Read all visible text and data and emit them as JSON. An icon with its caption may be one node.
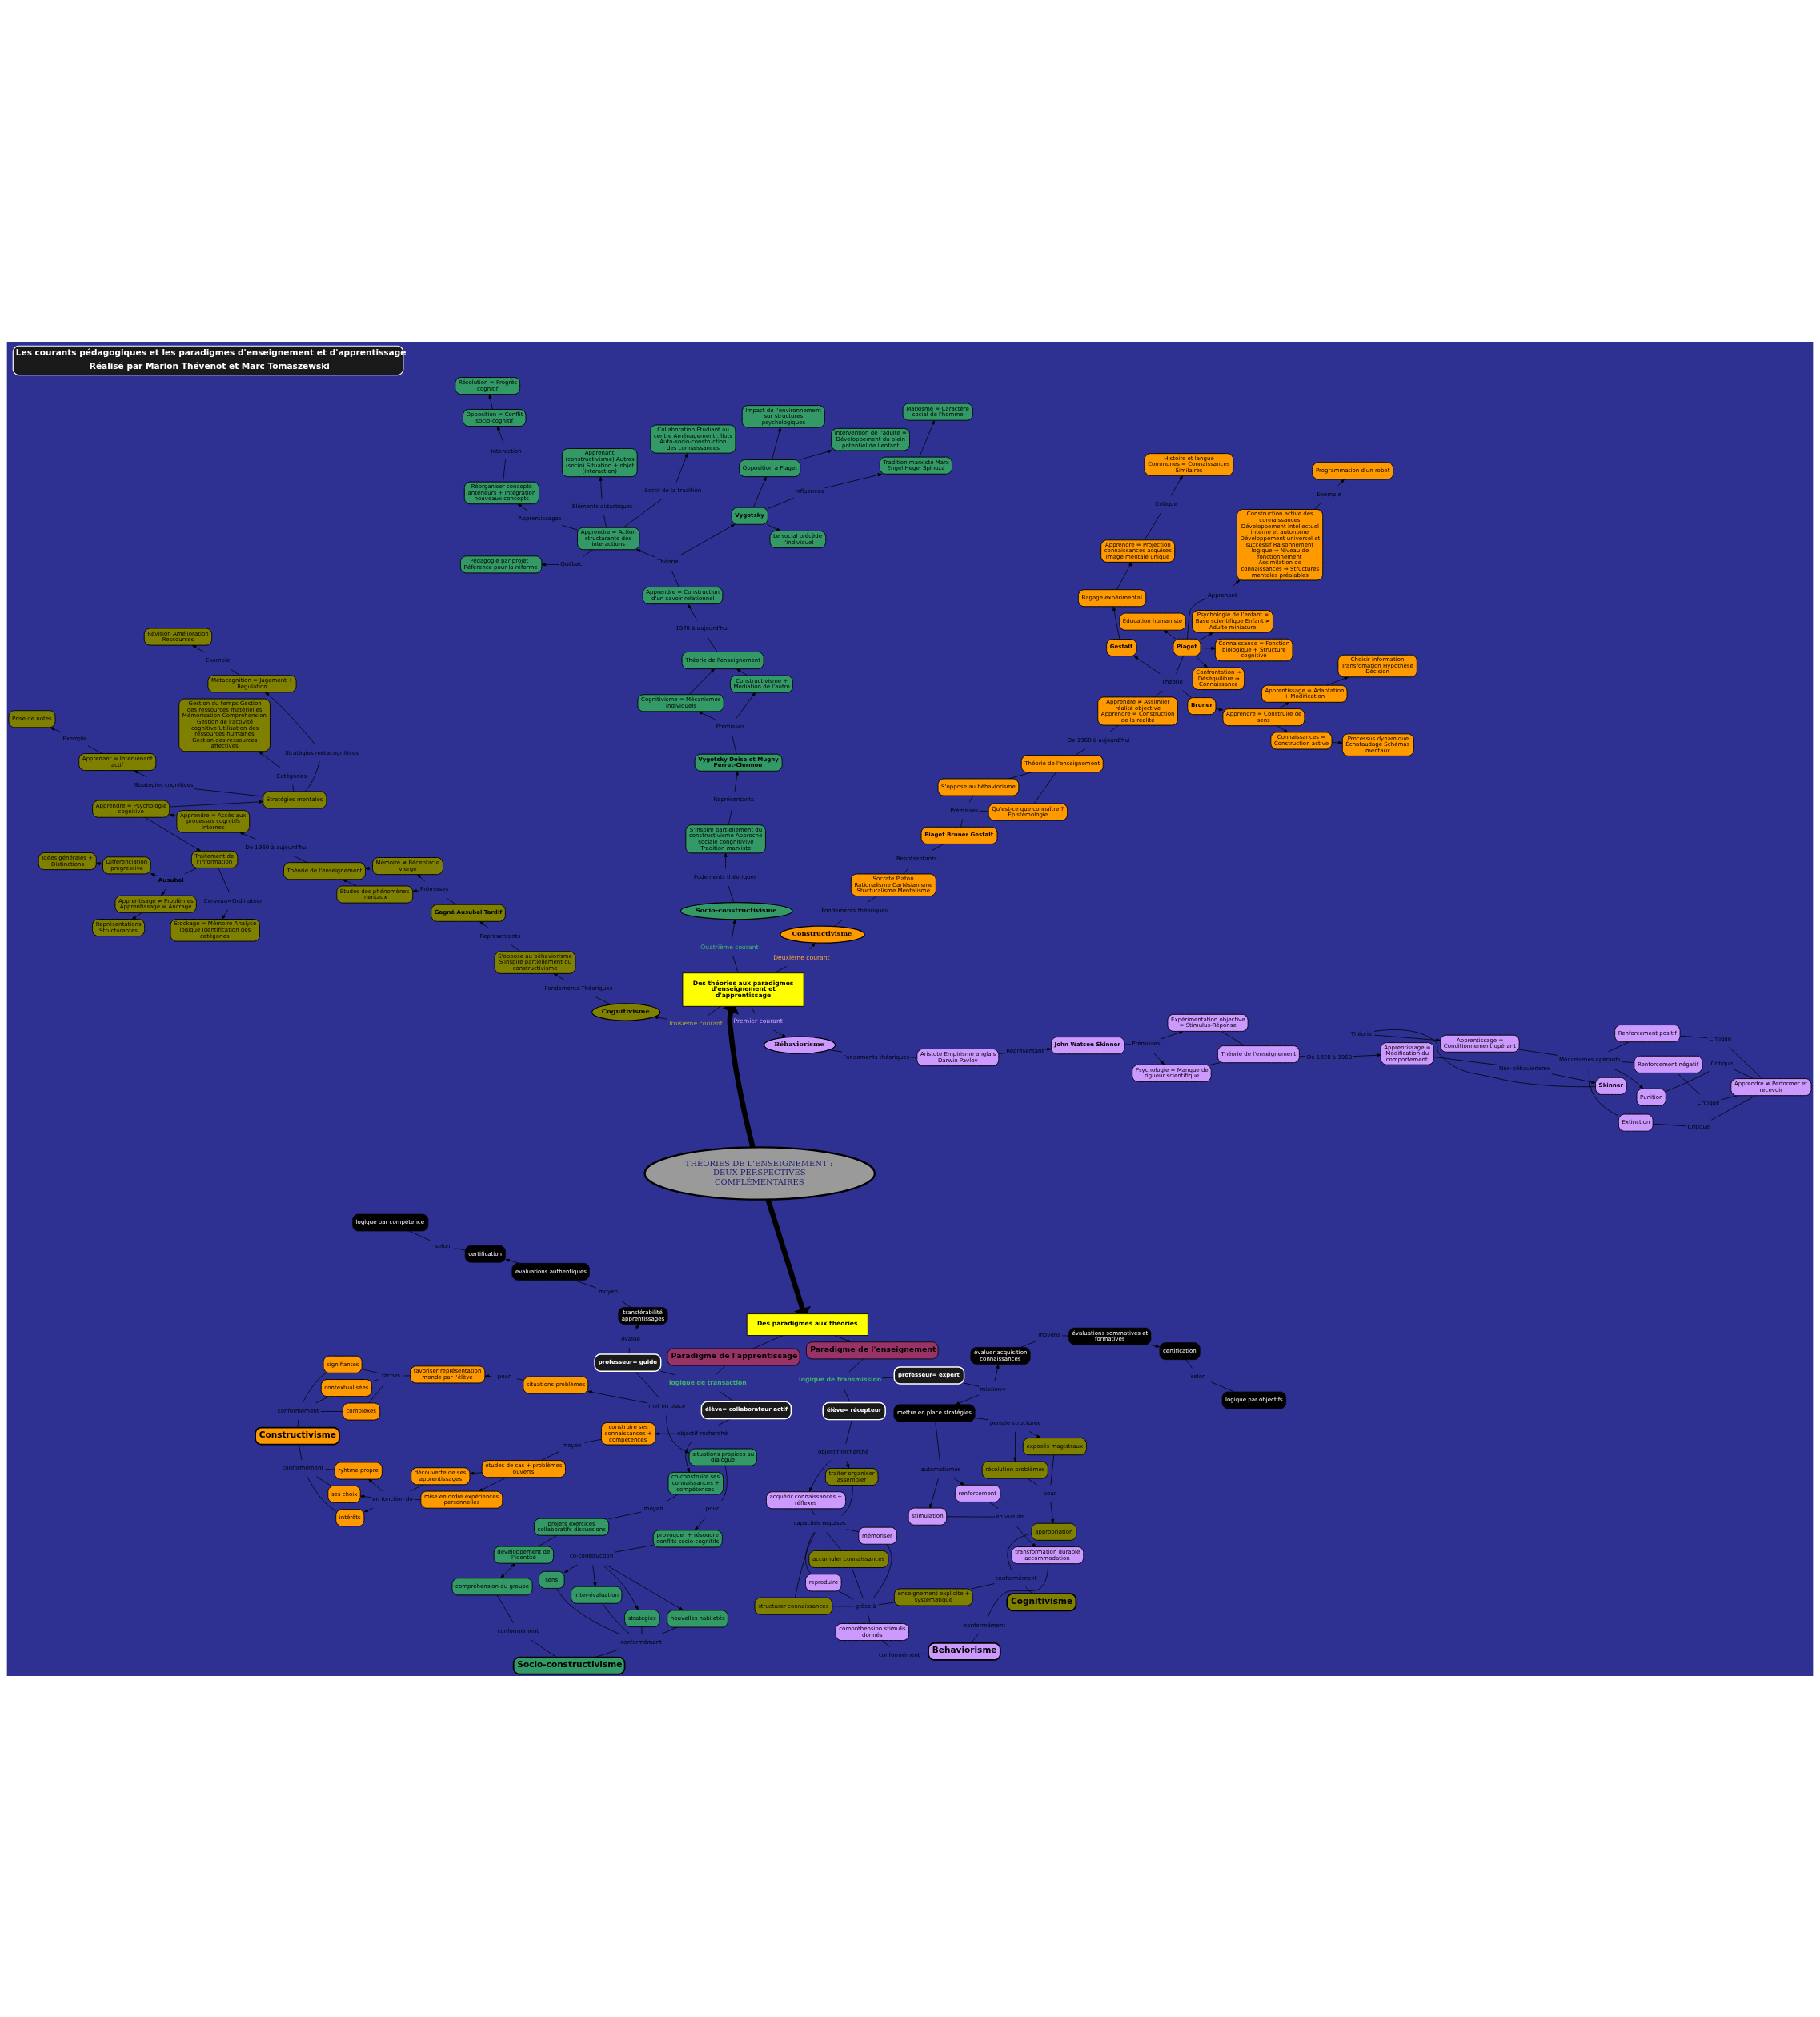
{
  "diagram": {
    "title": "Les courants pédagogiques et les paradigmes d'enseignement et d'apprentissage",
    "caption": "Réalisé par Marion Thévenot et Marc Tomaszewski",
    "nodes": [
      {
        "text": [
          "THÉORIES DE L'ENSEIGNEMENT : DEUX PERSPECTIVES COMPLÉMENTAIRES"
        ]
      },
      {
        "text": [
          "Des théories aux paradigmes d'enseignement et d'apprentissage"
        ]
      },
      {
        "text": [
          "Des paradigmes aux théories"
        ]
      },
      {
        "text": [
          "Premier courant"
        ]
      },
      {
        "text": [
          "Deuxième courant"
        ]
      },
      {
        "text": [
          "Troisième courant"
        ]
      },
      {
        "text": [
          "Quatrième courant"
        ]
      },
      {
        "text": [
          "Béhaviorisme"
        ]
      },
      {
        "text": [
          "Constructivisme"
        ]
      },
      {
        "text": [
          "Cognitivisme"
        ]
      },
      {
        "text": [
          "Socio-constructivisme"
        ]
      },
      {
        "text": [
          "Fondements théoriques"
        ]
      },
      {
        "text": [
          "Aristote Empirisme anglais Darwin Pavlov"
        ]
      },
      {
        "text": [
          "Représentant"
        ]
      },
      {
        "text": [
          "John Watson Skinner"
        ]
      },
      {
        "text": [
          "Prémisses"
        ]
      },
      {
        "text": [
          "Psychologie = Manque de rigueur scientifique"
        ]
      },
      {
        "text": [
          "Expérimentation objective = Stimulus-Réponse"
        ]
      },
      {
        "text": [
          "Théorie de l'enseignement"
        ]
      },
      {
        "text": [
          "De 1920 à 1960"
        ]
      },
      {
        "text": [
          "Apprentissage = Modification du comportement"
        ]
      },
      {
        "text": [
          "Néo-béhaviorisme"
        ]
      },
      {
        "text": [
          "Skinner"
        ]
      },
      {
        "text": [
          "Théorie"
        ]
      },
      {
        "text": [
          "Apprentissage = Conditionnement opérant"
        ]
      },
      {
        "text": [
          "Mécanismes opérants"
        ]
      },
      {
        "text": [
          "Renforcement positif"
        ]
      },
      {
        "text": [
          "Renforcement négatif"
        ]
      },
      {
        "text": [
          "Extinction"
        ]
      },
      {
        "text": [
          "Punition"
        ]
      },
      {
        "text": [
          "Critique"
        ]
      },
      {
        "text": [
          "Critique"
        ]
      },
      {
        "text": [
          "Critique"
        ]
      },
      {
        "text": [
          "Critique"
        ]
      },
      {
        "text": [
          "Apprendre ≠ Performer et recevoir"
        ]
      },
      {
        "text": [
          "Fondements théoriques"
        ]
      },
      {
        "text": [
          "Socrate Platon Rationalisme Cartésianisme Stucturalisme Mentalisme"
        ]
      },
      {
        "text": [
          "Représentants"
        ]
      },
      {
        "text": [
          "Piaget Bruner Gestalt"
        ]
      },
      {
        "text": [
          "Prémisses"
        ]
      },
      {
        "text": [
          "S'oppose au béhaviorisme"
        ]
      },
      {
        "text": [
          "Qu'est-ce que connaître ? Épistémologie"
        ]
      },
      {
        "text": [
          "Théorie de l'enseignement"
        ]
      },
      {
        "text": [
          "De 1960 à aujourd'hui"
        ]
      },
      {
        "text": [
          "Apprendre ≠ Assimiler réalité objective Apprendre = Construction de la réalité"
        ]
      },
      {
        "text": [
          "Théorie"
        ]
      },
      {
        "text": [
          "Piaget"
        ]
      },
      {
        "text": [
          "Bruner"
        ]
      },
      {
        "text": [
          "Gestalt"
        ]
      },
      {
        "text": [
          "Apprendre = Construire de sens"
        ]
      },
      {
        "text": [
          "Connaissances = Construction active"
        ]
      },
      {
        "text": [
          "Processus dynamique Échafaudage Schémas mentaux"
        ]
      },
      {
        "text": [
          "Apprentissage = Adaptation + Modification"
        ]
      },
      {
        "text": [
          "Choisir information Transfomation Hypothèse Décision"
        ]
      },
      {
        "text": [
          "Bagage expérimental"
        ]
      },
      {
        "text": [
          "Apprendre = Projection connaissances acquises Image mentale unique"
        ]
      },
      {
        "text": [
          "Critique"
        ]
      },
      {
        "text": [
          "Histoire et langue Communes = Connaissances Similaires"
        ]
      },
      {
        "text": [
          "Confrontation ⇒ Déséquilibre ⇒ Connaissance"
        ]
      },
      {
        "text": [
          "Éducation humaniste"
        ]
      },
      {
        "text": [
          "Psychologie de l'enfant = Base scientifique Enfant ≠ Adulte miniature"
        ]
      },
      {
        "text": [
          "Apprenant"
        ]
      },
      {
        "text": [
          "Construction active des connaissances Développement intellectuel interne et autonome Développement universel et successif Raisonnement logique ⇒ Niveau de fonctionnement Assimilation de connaissances ⇒ Structures mentales préalables"
        ]
      },
      {
        "text": [
          "Connaissance = Fonction biologique + Structure cognitive"
        ]
      },
      {
        "text": [
          "Exemple"
        ]
      },
      {
        "text": [
          "Programmation d'un robot"
        ]
      },
      {
        "text": [
          "Fondements Théoriques"
        ]
      },
      {
        "text": [
          "S'oppose au béhaviorisme S'inspire partiellement du constructivisme"
        ]
      },
      {
        "text": [
          "Représentants"
        ]
      },
      {
        "text": [
          "Gagné Ausubel Tardif"
        ]
      },
      {
        "text": [
          "Prémisses"
        ]
      },
      {
        "text": [
          "Mémoire ≠ Réceptacle vierge"
        ]
      },
      {
        "text": [
          "Études des phénomènes mentaux"
        ]
      },
      {
        "text": [
          "Théorie de l'enseignement"
        ]
      },
      {
        "text": [
          "De 1960 à aujourd'hui"
        ]
      },
      {
        "text": [
          "Apprendre = Accès aux processus cognitifs internes"
        ]
      },
      {
        "text": [
          "Apprendre = Psychologie cognitive"
        ]
      },
      {
        "text": [
          "Traitement de l'information"
        ]
      },
      {
        "text": [
          "Cerveau=Ordinateur"
        ]
      },
      {
        "text": [
          "Stockage = Mémoire Analyse logique Identification des catégories"
        ]
      },
      {
        "text": [
          "Ausubel"
        ]
      },
      {
        "text": [
          "Apprentisage ≠ Problèmes Apprentissage = Ancrage"
        ]
      },
      {
        "text": [
          "Représentations Structurantes"
        ]
      },
      {
        "text": [
          "Différenciation progressive"
        ]
      },
      {
        "text": [
          "Idées générales + Distinctions"
        ]
      },
      {
        "text": [
          "Stratégies mentales"
        ]
      },
      {
        "text": [
          "Catégories"
        ]
      },
      {
        "text": [
          "Gestion du temps Gestion des ressources matérielles Mémorisation Compréhension Gestion de l'activité cognitive Utilisation des ressources humaines Gestion des ressources affectives"
        ]
      },
      {
        "text": [
          "Stratégies cognitives"
        ]
      },
      {
        "text": [
          "Apprenant = Intervenant actif"
        ]
      },
      {
        "text": [
          "Stratégies métacognitives"
        ]
      },
      {
        "text": [
          "Métacognition = Jugement + Régulation"
        ]
      },
      {
        "text": [
          "Exemple"
        ]
      },
      {
        "text": [
          "Exemple"
        ]
      },
      {
        "text": [
          "Révision Amélioration Ressources"
        ]
      },
      {
        "text": [
          "Prise de notes"
        ]
      },
      {
        "text": [
          "Fodements théoriques"
        ]
      },
      {
        "text": [
          "S'inspire partiellement du constructivisme Approche sociale congnitivive Tradition marxiste"
        ]
      },
      {
        "text": [
          "Représentants"
        ]
      },
      {
        "text": [
          "Vygotsky Doise et Mugny Perret-Clermon"
        ]
      },
      {
        "text": [
          "Prémisses"
        ]
      },
      {
        "text": [
          "Constructivisme + Médiation de l'autre"
        ]
      },
      {
        "text": [
          "Cognitivisme = Mécanismes individuels"
        ]
      },
      {
        "text": [
          "Théorie de l'enseignement"
        ]
      },
      {
        "text": [
          "1970 à aujourd'hui"
        ]
      },
      {
        "text": [
          "Apprendre = Construction d'un savoir relationnel"
        ]
      },
      {
        "text": [
          "Théorie"
        ]
      },
      {
        "text": [
          "Vygotsky"
        ]
      },
      {
        "text": [
          "Influences"
        ]
      },
      {
        "text": [
          "Tradition marxiste Marx Engel Hegel Spinoza"
        ]
      },
      {
        "text": [
          "Marxisme = Caractère social de l'homme"
        ]
      },
      {
        "text": [
          "Le social précède l'individuel"
        ]
      },
      {
        "text": [
          "Opposition à Piaget"
        ]
      },
      {
        "text": [
          "Impact de l'environnement sur structures psychologiques"
        ]
      },
      {
        "text": [
          "Intervention de l'adulte = Développement du plein potentiel de l'enfant"
        ]
      },
      {
        "text": [
          "Apprendre = Action structurante des interactions"
        ]
      },
      {
        "text": [
          "Éléments didactiques"
        ]
      },
      {
        "text": [
          "Apprenant (constructivisme) Autres (socio) Situation + objet (interaction)"
        ]
      },
      {
        "text": [
          "Sortir de la tradition"
        ]
      },
      {
        "text": [
          "Collaboration Étudiant au centre Aménagement : îlots Auto-socio-construction des connaissances"
        ]
      },
      {
        "text": [
          "Québec"
        ]
      },
      {
        "text": [
          "Pédagogie par projet : Référence pour la réforme"
        ]
      },
      {
        "text": [
          "Apprentissages"
        ]
      },
      {
        "text": [
          "Réorganiser concepts antérieurs + Intégration nouveaux concepts"
        ]
      },
      {
        "text": [
          "Interaction"
        ]
      },
      {
        "text": [
          "Opposition = Conflit socio-cognitif"
        ]
      },
      {
        "text": [
          "Résolution = Progrès cognitif"
        ]
      },
      {
        "text": [
          "Paradigme de l'enseignement"
        ]
      },
      {
        "text": [
          "logique de transmission"
        ]
      },
      {
        "text": [
          "professeur= expert"
        ]
      },
      {
        "text": [
          "élève= récepteur"
        ]
      },
      {
        "text": [
          "mission="
        ]
      },
      {
        "text": [
          "évaluer acquisition connaissances"
        ]
      },
      {
        "text": [
          "mettre en place stratégies"
        ]
      },
      {
        "text": [
          "moyens"
        ]
      },
      {
        "text": [
          "évaluations sommatives et formatives"
        ]
      },
      {
        "text": [
          "certification"
        ]
      },
      {
        "text": [
          "selon"
        ]
      },
      {
        "text": [
          "logique par objectifs"
        ]
      },
      {
        "text": [
          "automatismes"
        ]
      },
      {
        "text": [
          "stimulation"
        ]
      },
      {
        "text": [
          "renforcement"
        ]
      },
      {
        "text": [
          "en vue de"
        ]
      },
      {
        "text": [
          "transformation durable accommodation"
        ]
      },
      {
        "text": [
          "conformément"
        ]
      },
      {
        "text": [
          "Behaviorisme"
        ]
      },
      {
        "text": [
          "pensée structurée"
        ]
      },
      {
        "text": [
          "résolution problèmes"
        ]
      },
      {
        "text": [
          "exposés magistraux"
        ]
      },
      {
        "text": [
          "pour"
        ]
      },
      {
        "text": [
          "appropriation"
        ]
      },
      {
        "text": [
          "conformément"
        ]
      },
      {
        "text": [
          "Cognitivisme"
        ]
      },
      {
        "text": [
          "enseignement explicite + systématique"
        ]
      },
      {
        "text": [
          "objectif recherché"
        ]
      },
      {
        "text": [
          "traiter organiser assembler"
        ]
      },
      {
        "text": [
          "acquérir connaissances + réflexes"
        ]
      },
      {
        "text": [
          "capacités requises"
        ]
      },
      {
        "text": [
          "accumuler connaissances"
        ]
      },
      {
        "text": [
          "structurer connaissances"
        ]
      },
      {
        "text": [
          "mémoriser"
        ]
      },
      {
        "text": [
          "reproduire"
        ]
      },
      {
        "text": [
          "grâce à"
        ]
      },
      {
        "text": [
          "compréhension stimulis donnés"
        ]
      },
      {
        "text": [
          "conformément"
        ]
      },
      {
        "text": [
          "Paradigme de l'apprentissage"
        ]
      },
      {
        "text": [
          "logique de transaction"
        ]
      },
      {
        "text": [
          "professeur= guide"
        ]
      },
      {
        "text": [
          "élève= collaborateur actif"
        ]
      },
      {
        "text": [
          "évalue"
        ]
      },
      {
        "text": [
          "transférabilité apprentissages"
        ]
      },
      {
        "text": [
          "moyen"
        ]
      },
      {
        "text": [
          "evaluations authentiques"
        ]
      },
      {
        "text": [
          "certification"
        ]
      },
      {
        "text": [
          "selon"
        ]
      },
      {
        "text": [
          "logique par compétence"
        ]
      },
      {
        "text": [
          "met en place"
        ]
      },
      {
        "text": [
          "situations problèmes"
        ]
      },
      {
        "text": [
          "situations propices au dialogue"
        ]
      },
      {
        "text": [
          "pour"
        ]
      },
      {
        "text": [
          "favoriser représentation monde par l'élève"
        ]
      },
      {
        "text": [
          "tâches"
        ]
      },
      {
        "text": [
          "contextualisées"
        ]
      },
      {
        "text": [
          "complexes"
        ]
      },
      {
        "text": [
          "signifiantes"
        ]
      },
      {
        "text": [
          "conformément"
        ]
      },
      {
        "text": [
          "Constructivisme"
        ]
      },
      {
        "text": [
          "pour"
        ]
      },
      {
        "text": [
          "provoquer + résoudre conflits socio-cognitifs"
        ]
      },
      {
        "text": [
          "co-construction"
        ]
      },
      {
        "text": [
          "sens"
        ]
      },
      {
        "text": [
          "stratégies"
        ]
      },
      {
        "text": [
          "inter-évaluation"
        ]
      },
      {
        "text": [
          "nouvelles habiletés"
        ]
      },
      {
        "text": [
          "conformément"
        ]
      },
      {
        "text": [
          "Socio-constructivisme"
        ]
      },
      {
        "text": [
          "objectif recherché"
        ]
      },
      {
        "text": [
          "co-construire ses connaissances + compétences"
        ]
      },
      {
        "text": [
          "construire ses connaissances + compétences"
        ]
      },
      {
        "text": [
          "moyen"
        ]
      },
      {
        "text": [
          "projets exercices collaboratifs discussions"
        ]
      },
      {
        "text": [
          "développement de l'identité"
        ]
      },
      {
        "text": [
          "compréhension du groupe"
        ]
      },
      {
        "text": [
          "conformément"
        ]
      },
      {
        "text": [
          "moyen"
        ]
      },
      {
        "text": [
          "études de cas + problèmes ouverts"
        ]
      },
      {
        "text": [
          "mise en ordre expériences personnelles"
        ]
      },
      {
        "text": [
          "découverte de ses apprentissages"
        ]
      },
      {
        "text": [
          "en fonction de"
        ]
      },
      {
        "text": [
          "ryhtme propre"
        ]
      },
      {
        "text": [
          "ses choix"
        ]
      },
      {
        "text": [
          "intérêts"
        ]
      },
      {
        "text": [
          "conformément"
        ]
      }
    ],
    "edges": [
      {
        "from": 0,
        "to": 1,
        "arrow": "to",
        "style": "thick"
      },
      {
        "from": 0,
        "to": 2,
        "arrow": "to",
        "style": "thick"
      },
      {
        "from": 1,
        "to": 3,
        "arrow": "none"
      },
      {
        "from": 3,
        "to": 7,
        "arrow": "to"
      },
      {
        "from": 1,
        "to": 4,
        "arrow": "none"
      },
      {
        "from": 4,
        "to": 8,
        "arrow": "to"
      },
      {
        "from": 1,
        "to": 5,
        "arrow": "none"
      },
      {
        "from": 5,
        "to": 9,
        "arrow": "to"
      },
      {
        "from": 1,
        "to": 6,
        "arrow": "none"
      },
      {
        "from": 6,
        "to": 10,
        "arrow": "to"
      },
      {
        "from": 7,
        "to": 11,
        "arrow": "none"
      },
      {
        "from": 11,
        "to": 12,
        "arrow": "none"
      },
      {
        "from": 12,
        "to": 13,
        "arrow": "none"
      },
      {
        "from": 13,
        "to": 14,
        "arrow": "to"
      },
      {
        "from": 14,
        "to": 15,
        "arrow": "none"
      },
      {
        "from": 15,
        "to": 16,
        "arrow": "to"
      },
      {
        "from": 15,
        "to": 17,
        "arrow": "to"
      },
      {
        "from": 16,
        "to": 18,
        "arrow": "none"
      },
      {
        "from": 17,
        "to": 18,
        "arrow": "none"
      },
      {
        "from": 18,
        "to": 19,
        "arrow": "none"
      },
      {
        "from": 19,
        "to": 20,
        "arrow": "to"
      },
      {
        "from": 20,
        "to": 21,
        "arrow": "none"
      },
      {
        "from": 21,
        "to": 22,
        "arrow": "to"
      },
      {
        "from": 22,
        "to": 23,
        "arrow": "none"
      },
      {
        "from": 23,
        "to": 24,
        "arrow": "to"
      },
      {
        "from": 24,
        "to": 25,
        "arrow": "none"
      },
      {
        "from": 25,
        "to": 26,
        "arrow": "none"
      },
      {
        "from": 25,
        "to": 27,
        "arrow": "none"
      },
      {
        "from": 25,
        "to": 28,
        "arrow": "none"
      },
      {
        "from": 25,
        "to": 29,
        "arrow": "to"
      },
      {
        "from": 26,
        "to": 30,
        "arrow": "none"
      },
      {
        "from": 30,
        "to": 34,
        "arrow": "none"
      },
      {
        "from": 27,
        "to": 31,
        "arrow": "none"
      },
      {
        "from": 31,
        "to": 34,
        "arrow": "none"
      },
      {
        "from": 28,
        "to": 32,
        "arrow": "none"
      },
      {
        "from": 32,
        "to": 34,
        "arrow": "none"
      },
      {
        "from": 29,
        "to": 33,
        "arrow": "none"
      },
      {
        "from": 33,
        "to": 34,
        "arrow": "none"
      },
      {
        "from": 8,
        "to": 35,
        "arrow": "none"
      },
      {
        "from": 35,
        "to": 36,
        "arrow": "none"
      },
      {
        "from": 36,
        "to": 37,
        "arrow": "none"
      },
      {
        "from": 37,
        "to": 38,
        "arrow": "none"
      },
      {
        "from": 38,
        "to": 39,
        "arrow": "none"
      },
      {
        "from": 39,
        "to": 40,
        "arrow": "none"
      },
      {
        "from": 39,
        "to": 41,
        "arrow": "none"
      },
      {
        "from": 40,
        "to": 42,
        "arrow": "none"
      },
      {
        "from": 41,
        "to": 42,
        "arrow": "none"
      },
      {
        "from": 42,
        "to": 43,
        "arrow": "none"
      },
      {
        "from": 43,
        "to": 44,
        "arrow": "none"
      },
      {
        "from": 44,
        "to": 45,
        "arrow": "none"
      },
      {
        "from": 45,
        "to": 46,
        "arrow": "none"
      },
      {
        "from": 45,
        "to": 47,
        "arrow": "none"
      },
      {
        "from": 45,
        "to": 48,
        "arrow": "to"
      },
      {
        "from": 47,
        "to": 49,
        "arrow": "to"
      },
      {
        "from": 49,
        "to": 50,
        "arrow": "to"
      },
      {
        "from": 50,
        "to": 51,
        "arrow": "to"
      },
      {
        "from": 49,
        "to": 52,
        "arrow": "to"
      },
      {
        "from": 52,
        "to": 53,
        "arrow": "to"
      },
      {
        "from": 48,
        "to": 54,
        "arrow": "to"
      },
      {
        "from": 54,
        "to": 55,
        "arrow": "to"
      },
      {
        "from": 55,
        "to": 56,
        "arrow": "none"
      },
      {
        "from": 56,
        "to": 57,
        "arrow": "to"
      },
      {
        "from": 46,
        "to": 58,
        "arrow": "to"
      },
      {
        "from": 46,
        "to": 59,
        "arrow": "to"
      },
      {
        "from": 46,
        "to": 60,
        "arrow": "to"
      },
      {
        "from": 46,
        "to": 61,
        "arrow": "none"
      },
      {
        "from": 61,
        "to": 62,
        "arrow": "to"
      },
      {
        "from": 46,
        "to": 63,
        "arrow": "to"
      },
      {
        "from": 62,
        "to": 64,
        "arrow": "none"
      },
      {
        "from": 64,
        "to": 65,
        "arrow": "to"
      },
      {
        "from": 9,
        "to": 66,
        "arrow": "none"
      },
      {
        "from": 66,
        "to": 67,
        "arrow": "to"
      },
      {
        "from": 67,
        "to": 68,
        "arrow": "none"
      },
      {
        "from": 68,
        "to": 69,
        "arrow": "to"
      },
      {
        "from": 69,
        "to": 70,
        "arrow": "none"
      },
      {
        "from": 70,
        "to": 71,
        "arrow": "to"
      },
      {
        "from": 70,
        "to": 72,
        "arrow": "to"
      },
      {
        "from": 71,
        "to": 73,
        "arrow": "to"
      },
      {
        "from": 72,
        "to": 73,
        "arrow": "to"
      },
      {
        "from": 73,
        "to": 74,
        "arrow": "none"
      },
      {
        "from": 74,
        "to": 75,
        "arrow": "to"
      },
      {
        "from": 75,
        "to": 76,
        "arrow": "to"
      },
      {
        "from": 76,
        "to": 77,
        "arrow": "to"
      },
      {
        "from": 77,
        "to": 78,
        "arrow": "none"
      },
      {
        "from": 78,
        "to": 79,
        "arrow": "to"
      },
      {
        "from": 77,
        "to": 80,
        "arrow": "none"
      },
      {
        "from": 80,
        "to": 81,
        "arrow": "to"
      },
      {
        "from": 81,
        "to": 82,
        "arrow": "to"
      },
      {
        "from": 80,
        "to": 83,
        "arrow": "to"
      },
      {
        "from": 83,
        "to": 84,
        "arrow": "to"
      },
      {
        "from": 76,
        "to": 85,
        "arrow": "to"
      },
      {
        "from": 85,
        "to": 86,
        "arrow": "none"
      },
      {
        "from": 86,
        "to": 87,
        "arrow": "to"
      },
      {
        "from": 85,
        "to": 88,
        "arrow": "none"
      },
      {
        "from": 88,
        "to": 89,
        "arrow": "to"
      },
      {
        "from": 85,
        "to": 90,
        "arrow": "none"
      },
      {
        "from": 90,
        "to": 91,
        "arrow": "to"
      },
      {
        "from": 91,
        "to": 92,
        "arrow": "none"
      },
      {
        "from": 92,
        "to": 94,
        "arrow": "to"
      },
      {
        "from": 89,
        "to": 93,
        "arrow": "none"
      },
      {
        "from": 93,
        "to": 95,
        "arrow": "to"
      },
      {
        "from": 10,
        "to": 96,
        "arrow": "none"
      },
      {
        "from": 96,
        "to": 97,
        "arrow": "to"
      },
      {
        "from": 97,
        "to": 98,
        "arrow": "none"
      },
      {
        "from": 98,
        "to": 99,
        "arrow": "to"
      },
      {
        "from": 99,
        "to": 100,
        "arrow": "none"
      },
      {
        "from": 100,
        "to": 101,
        "arrow": "to"
      },
      {
        "from": 100,
        "to": 102,
        "arrow": "to"
      },
      {
        "from": 101,
        "to": 103,
        "arrow": "to"
      },
      {
        "from": 102,
        "to": 103,
        "arrow": "to"
      },
      {
        "from": 103,
        "to": 104,
        "arrow": "none"
      },
      {
        "from": 104,
        "to": 105,
        "arrow": "to"
      },
      {
        "from": 105,
        "to": 106,
        "arrow": "none"
      },
      {
        "from": 106,
        "to": 107,
        "arrow": "to"
      },
      {
        "from": 106,
        "to": 115,
        "arrow": "to"
      },
      {
        "from": 107,
        "to": 108,
        "arrow": "none"
      },
      {
        "from": 108,
        "to": 109,
        "arrow": "to"
      },
      {
        "from": 109,
        "to": 110,
        "arrow": "to"
      },
      {
        "from": 107,
        "to": 111,
        "arrow": "to"
      },
      {
        "from": 107,
        "to": 112,
        "arrow": "to"
      },
      {
        "from": 112,
        "to": 113,
        "arrow": "to"
      },
      {
        "from": 112,
        "to": 114,
        "arrow": "to"
      },
      {
        "from": 115,
        "to": 116,
        "arrow": "none"
      },
      {
        "from": 116,
        "to": 117,
        "arrow": "to"
      },
      {
        "from": 115,
        "to": 118,
        "arrow": "none"
      },
      {
        "from": 118,
        "to": 119,
        "arrow": "to"
      },
      {
        "from": 115,
        "to": 120,
        "arrow": "none"
      },
      {
        "from": 120,
        "to": 121,
        "arrow": "to"
      },
      {
        "from": 115,
        "to": 122,
        "arrow": "none"
      },
      {
        "from": 122,
        "to": 123,
        "arrow": "to"
      },
      {
        "from": 123,
        "to": 124,
        "arrow": "none"
      },
      {
        "from": 124,
        "to": 125,
        "arrow": "to"
      },
      {
        "from": 125,
        "to": 126,
        "arrow": "to"
      },
      {
        "from": 2,
        "to": 127,
        "arrow": "to"
      },
      {
        "from": 2,
        "to": 165,
        "arrow": "none"
      },
      {
        "from": 127,
        "to": 128,
        "arrow": "none"
      },
      {
        "from": 128,
        "to": 129,
        "arrow": "none"
      },
      {
        "from": 128,
        "to": 130,
        "arrow": "none"
      },
      {
        "from": 129,
        "to": 131,
        "arrow": "none"
      },
      {
        "from": 131,
        "to": 132,
        "arrow": "to"
      },
      {
        "from": 131,
        "to": 133,
        "arrow": "to"
      },
      {
        "from": 132,
        "to": 134,
        "arrow": "none"
      },
      {
        "from": 134,
        "to": 135,
        "arrow": "none"
      },
      {
        "from": 135,
        "to": 136,
        "arrow": "to"
      },
      {
        "from": 136,
        "to": 137,
        "arrow": "none"
      },
      {
        "from": 137,
        "to": 138,
        "arrow": "none"
      },
      {
        "from": 133,
        "to": 139,
        "arrow": "none"
      },
      {
        "from": 139,
        "to": 140,
        "arrow": "to"
      },
      {
        "from": 139,
        "to": 141,
        "arrow": "to"
      },
      {
        "from": 140,
        "to": 142,
        "arrow": "none"
      },
      {
        "from": 141,
        "to": 142,
        "arrow": "none"
      },
      {
        "from": 142,
        "to": 143,
        "arrow": "to"
      },
      {
        "from": 143,
        "to": 144,
        "arrow": "none"
      },
      {
        "from": 144,
        "to": 145,
        "arrow": "none"
      },
      {
        "from": 133,
        "to": 146,
        "arrow": "none"
      },
      {
        "from": 146,
        "to": 147,
        "arrow": "to"
      },
      {
        "from": 146,
        "to": 148,
        "arrow": "to"
      },
      {
        "from": 147,
        "to": 149,
        "arrow": "none"
      },
      {
        "from": 148,
        "to": 149,
        "arrow": "none"
      },
      {
        "from": 149,
        "to": 150,
        "arrow": "to"
      },
      {
        "from": 150,
        "to": 151,
        "arrow": "none"
      },
      {
        "from": 151,
        "to": 152,
        "arrow": "none"
      },
      {
        "from": 153,
        "to": 151,
        "arrow": "none"
      },
      {
        "from": 130,
        "to": 154,
        "arrow": "none"
      },
      {
        "from": 154,
        "to": 155,
        "arrow": "to"
      },
      {
        "from": 154,
        "to": 156,
        "arrow": "to"
      },
      {
        "from": 155,
        "to": 157,
        "arrow": "none"
      },
      {
        "from": 156,
        "to": 157,
        "arrow": "none"
      },
      {
        "from": 157,
        "to": 158,
        "arrow": "none"
      },
      {
        "from": 157,
        "to": 159,
        "arrow": "none"
      },
      {
        "from": 157,
        "to": 160,
        "arrow": "none"
      },
      {
        "from": 157,
        "to": 161,
        "arrow": "none"
      },
      {
        "from": 158,
        "to": 162,
        "arrow": "none"
      },
      {
        "from": 159,
        "to": 162,
        "arrow": "none"
      },
      {
        "from": 160,
        "to": 162,
        "arrow": "none"
      },
      {
        "from": 161,
        "to": 162,
        "arrow": "none"
      },
      {
        "from": 162,
        "to": 153,
        "arrow": "none"
      },
      {
        "from": 162,
        "to": 163,
        "arrow": "none"
      },
      {
        "from": 163,
        "to": 164,
        "arrow": "none"
      },
      {
        "from": 164,
        "to": 145,
        "arrow": "none"
      },
      {
        "from": 165,
        "to": 166,
        "arrow": "none"
      },
      {
        "from": 166,
        "to": 167,
        "arrow": "none"
      },
      {
        "from": 166,
        "to": 168,
        "arrow": "none"
      },
      {
        "from": 167,
        "to": 169,
        "arrow": "none"
      },
      {
        "from": 169,
        "to": 170,
        "arrow": "to"
      },
      {
        "from": 170,
        "to": 171,
        "arrow": "none"
      },
      {
        "from": 171,
        "to": 172,
        "arrow": "none"
      },
      {
        "from": 172,
        "to": 173,
        "arrow": "to"
      },
      {
        "from": 173,
        "to": 174,
        "arrow": "none"
      },
      {
        "from": 174,
        "to": 175,
        "arrow": "none"
      },
      {
        "from": 167,
        "to": 176,
        "arrow": "none"
      },
      {
        "from": 176,
        "to": 177,
        "arrow": "to"
      },
      {
        "from": 176,
        "to": 178,
        "arrow": "to"
      },
      {
        "from": 177,
        "to": 179,
        "arrow": "none"
      },
      {
        "from": 179,
        "to": 180,
        "arrow": "to"
      },
      {
        "from": 180,
        "to": 181,
        "arrow": "none"
      },
      {
        "from": 181,
        "to": 182,
        "arrow": "none"
      },
      {
        "from": 181,
        "to": 183,
        "arrow": "none"
      },
      {
        "from": 181,
        "to": 184,
        "arrow": "none"
      },
      {
        "from": 182,
        "to": 185,
        "arrow": "none"
      },
      {
        "from": 183,
        "to": 185,
        "arrow": "none"
      },
      {
        "from": 184,
        "to": 185,
        "arrow": "none"
      },
      {
        "from": 185,
        "to": 186,
        "arrow": "none"
      },
      {
        "from": 178,
        "to": 187,
        "arrow": "none"
      },
      {
        "from": 187,
        "to": 188,
        "arrow": "to"
      },
      {
        "from": 188,
        "to": 189,
        "arrow": "none"
      },
      {
        "from": 189,
        "to": 190,
        "arrow": "to"
      },
      {
        "from": 189,
        "to": 191,
        "arrow": "to"
      },
      {
        "from": 189,
        "to": 192,
        "arrow": "to"
      },
      {
        "from": 189,
        "to": 193,
        "arrow": "to"
      },
      {
        "from": 190,
        "to": 194,
        "arrow": "none"
      },
      {
        "from": 191,
        "to": 194,
        "arrow": "none"
      },
      {
        "from": 192,
        "to": 194,
        "arrow": "none"
      },
      {
        "from": 193,
        "to": 194,
        "arrow": "none"
      },
      {
        "from": 194,
        "to": 195,
        "arrow": "none"
      },
      {
        "from": 168,
        "to": 196,
        "arrow": "none"
      },
      {
        "from": 196,
        "to": 197,
        "arrow": "to"
      },
      {
        "from": 196,
        "to": 198,
        "arrow": "to"
      },
      {
        "from": 197,
        "to": 199,
        "arrow": "none"
      },
      {
        "from": 199,
        "to": 200,
        "arrow": "none"
      },
      {
        "from": 200,
        "to": 201,
        "arrow": "none"
      },
      {
        "from": 201,
        "to": 202,
        "arrow": "both"
      },
      {
        "from": 202,
        "to": 203,
        "arrow": "none"
      },
      {
        "from": 203,
        "to": 195,
        "arrow": "none"
      },
      {
        "from": 198,
        "to": 204,
        "arrow": "none"
      },
      {
        "from": 204,
        "to": 205,
        "arrow": "none"
      },
      {
        "from": 205,
        "to": 206,
        "arrow": "to"
      },
      {
        "from": 205,
        "to": 207,
        "arrow": "to"
      },
      {
        "from": 206,
        "to": 208,
        "arrow": "none"
      },
      {
        "from": 207,
        "to": 208,
        "arrow": "none"
      },
      {
        "from": 208,
        "to": 209,
        "arrow": "to"
      },
      {
        "from": 208,
        "to": 210,
        "arrow": "to"
      },
      {
        "from": 208,
        "to": 211,
        "arrow": "to"
      },
      {
        "from": 209,
        "to": 212,
        "arrow": "none"
      },
      {
        "from": 210,
        "to": 212,
        "arrow": "none"
      },
      {
        "from": 211,
        "to": 212,
        "arrow": "none"
      },
      {
        "from": 212,
        "to": 186,
        "arrow": "none"
      }
    ]
  }
}
